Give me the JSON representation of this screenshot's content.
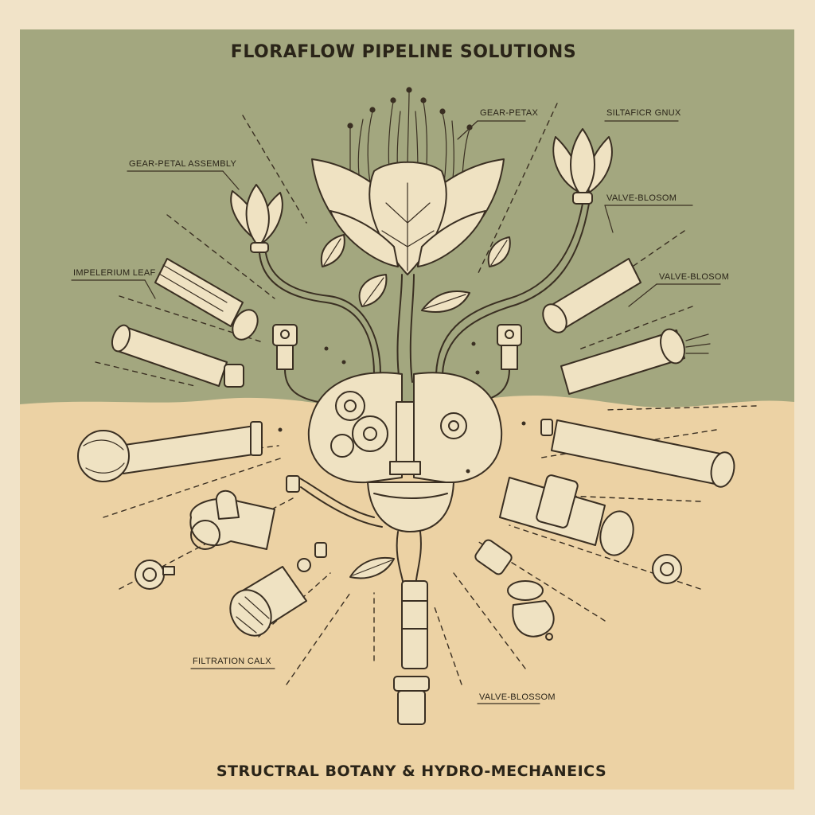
{
  "title": "FLORAFLOW PIPELINE SOLUTIONS",
  "subtitle": "STRUCTRAL BOTANY & HYDRO-MECHANEICS",
  "callouts": [
    "GEAR-PETAX",
    "SILTAFICR GNUX",
    "GEAR-PETAL ASSEMBLY",
    "VALVE-BLOSOM",
    "IMPELERIUM LEAF",
    "VALVE-BLOSOM",
    "FILTRATION CALX",
    "VALVE-BLOSSOM"
  ],
  "colors": {
    "paper": "#f1e3c8",
    "sage": "#a3a77f",
    "sand": "#ecd2a4",
    "ink": "#3a2f22"
  }
}
